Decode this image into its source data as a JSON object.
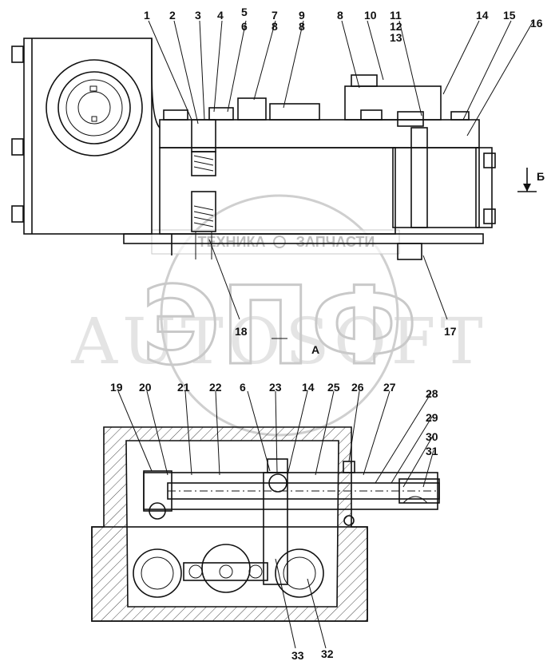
{
  "watermark": {
    "brand": "ЭПФ",
    "line1": "ТЕХНИКА",
    "line2": "ЗАПЧАСТИ",
    "background": "AUTOSOFT"
  },
  "view_labels": {
    "section": "A",
    "arrow": "Б"
  },
  "top_callouts": [
    "1",
    "2",
    "3",
    "4",
    "5",
    "6",
    "7",
    "8",
    "9",
    "8",
    "8",
    "10",
    "11",
    "12",
    "13",
    "14",
    "15",
    "16",
    "17",
    "18"
  ],
  "bottom_callouts": [
    "19",
    "20",
    "21",
    "22",
    "6",
    "23",
    "14",
    "25",
    "26",
    "27",
    "28",
    "29",
    "30",
    "31",
    "33",
    "32"
  ]
}
